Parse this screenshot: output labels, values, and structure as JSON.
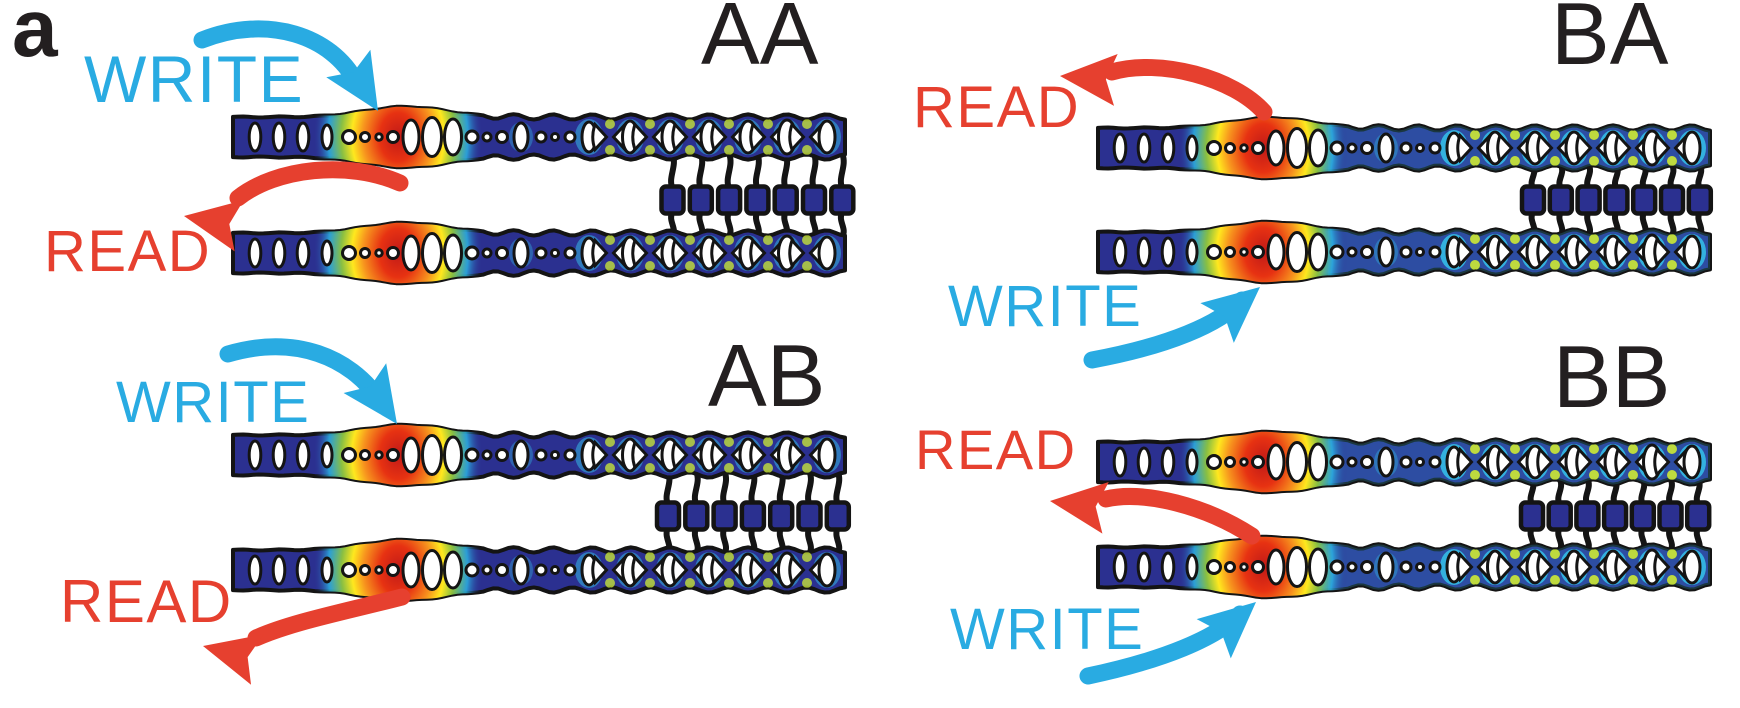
{
  "figure": {
    "panel_letter": "a"
  },
  "colors": {
    "write": "#29abe2",
    "read": "#e6402f",
    "label": "#231f20",
    "structure": "#2b3090",
    "outline": "#141414",
    "hole": "#ffffff",
    "accent_cyan": "#35c3ea",
    "accent_green": "#c6e23a",
    "hotspot": [
      "#c11a18",
      "#e73212",
      "#f7941e",
      "#ffe81e",
      "#8dc63f",
      "#2bb9e8"
    ]
  },
  "panels": [
    {
      "id": "AA",
      "label": "AA",
      "write_label": "WRITE",
      "read_label": "READ"
    },
    {
      "id": "BA",
      "label": "BA",
      "write_label": "WRITE",
      "read_label": "READ"
    },
    {
      "id": "AB",
      "label": "AB",
      "write_label": "WRITE",
      "read_label": "READ"
    },
    {
      "id": "BB",
      "label": "BB",
      "write_label": "WRITE",
      "read_label": "READ"
    }
  ]
}
